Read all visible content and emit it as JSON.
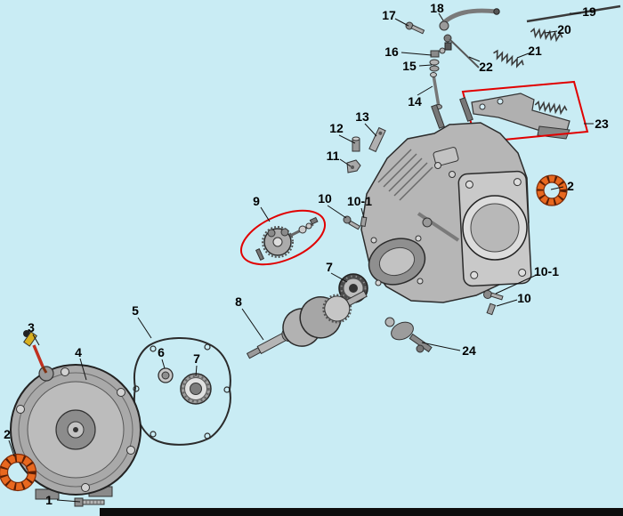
{
  "colors": {
    "background": "#c9ecf4",
    "highlight_red": "#e10000",
    "seal_orange": "#e8681f",
    "metal_light": "#c9c9c9",
    "metal_mid": "#a9a9a9",
    "metal_dark": "#6f6f6f",
    "dipstick_yellow": "#d8b020",
    "label_text": "#000000",
    "bottom_bar": "#0d0d0d"
  },
  "callouts": {
    "p1": {
      "label": "1"
    },
    "p2_left": {
      "label": "2"
    },
    "p2_right": {
      "label": "2"
    },
    "p3": {
      "label": "3"
    },
    "p4": {
      "label": "4"
    },
    "p5": {
      "label": "5"
    },
    "p6": {
      "label": "6"
    },
    "p7_left": {
      "label": "7"
    },
    "p7_mid": {
      "label": "7"
    },
    "p8": {
      "label": "8"
    },
    "p9": {
      "label": "9"
    },
    "p10_top": {
      "label": "10"
    },
    "p10_1_top": {
      "label": "10-1"
    },
    "p10_right": {
      "label": "10"
    },
    "p10_1_right": {
      "label": "10-1"
    },
    "p11": {
      "label": "11"
    },
    "p12": {
      "label": "12"
    },
    "p13": {
      "label": "13"
    },
    "p14": {
      "label": "14"
    },
    "p15": {
      "label": "15"
    },
    "p16": {
      "label": "16"
    },
    "p17": {
      "label": "17"
    },
    "p18": {
      "label": "18"
    },
    "p19": {
      "label": "19"
    },
    "p20": {
      "label": "20"
    },
    "p21": {
      "label": "21"
    },
    "p22": {
      "label": "22"
    },
    "p23": {
      "label": "23"
    },
    "p24": {
      "label": "24"
    }
  }
}
